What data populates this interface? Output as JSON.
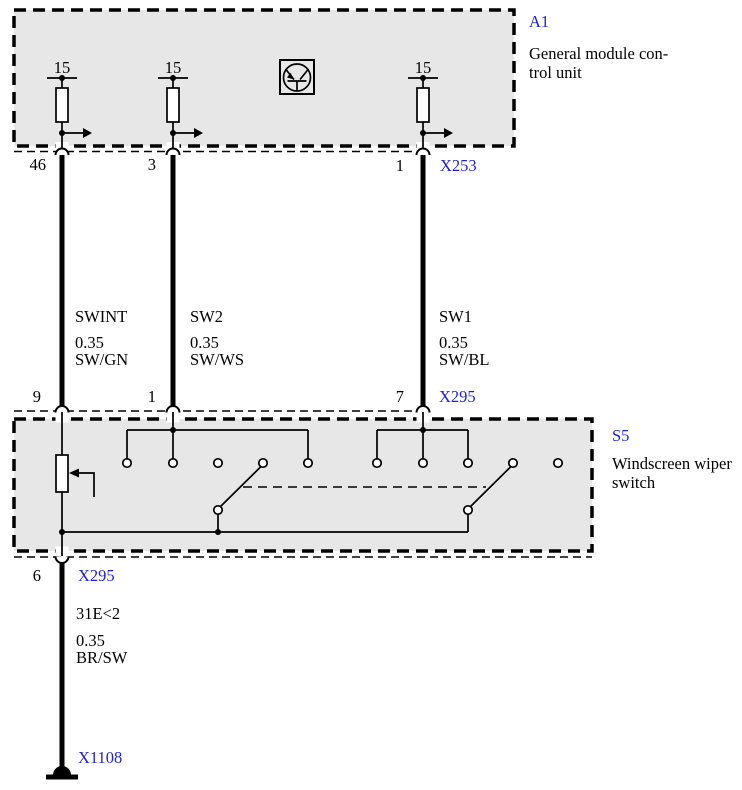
{
  "colors": {
    "background": "#ffffff",
    "box_fill": "#e7e7e7",
    "line_black": "#000000",
    "reference_blue": "#1f1fd6"
  },
  "module_a1": {
    "ref": "A1",
    "description_line1": "General module con-",
    "description_line2": "trol unit",
    "terminal_labels": [
      "15",
      "15",
      "15"
    ],
    "connector": {
      "ref": "X253",
      "pins": [
        "46",
        "3",
        "1"
      ]
    }
  },
  "switch_s5": {
    "ref": "S5",
    "description_line1": "Windscreen wiper",
    "description_line2": "switch",
    "connector_top": {
      "ref": "X295",
      "pins": [
        "9",
        "1",
        "7"
      ]
    },
    "connector_bottom": {
      "ref": "X295",
      "pin": "6"
    }
  },
  "wires": {
    "swint": {
      "name": "SWINT",
      "gauge": "0.35",
      "color_code": "SW/GN"
    },
    "sw2": {
      "name": "SW2",
      "gauge": "0.35",
      "color_code": "SW/WS"
    },
    "sw1": {
      "name": "SW1",
      "gauge": "0.35",
      "color_code": "SW/BL"
    },
    "ground_wire": {
      "name": "31E<2",
      "gauge": "0.35",
      "color_code": "BR/SW"
    }
  },
  "ground_connector": {
    "ref": "X1108"
  }
}
